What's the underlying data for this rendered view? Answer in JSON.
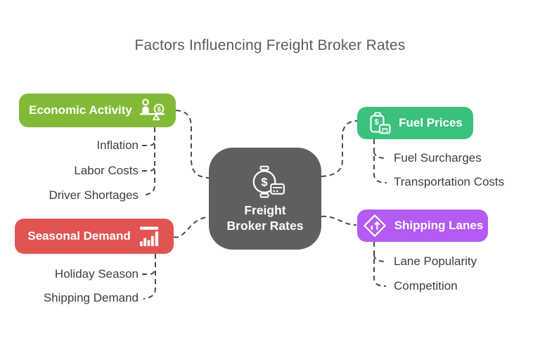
{
  "title": "Factors Influencing Freight Broker Rates",
  "center_node": {
    "line1": "Freight",
    "line2": "Broker Rates",
    "icon": "watch-dollar-payment-icon",
    "bg_color": "#5f5f5f"
  },
  "connector_color": "#4a4a4a",
  "text_color": "#3e3e3e",
  "glyphs": {
    "dollar": "$"
  },
  "branches": [
    {
      "label": "Economic Activity",
      "icon": "balance-scale-person-icon",
      "color": "#82ba37",
      "children": [
        "Inflation",
        "Labor Costs",
        "Driver Shortages"
      ]
    },
    {
      "label": "Seasonal Demand",
      "icon": "bar-chart-icon",
      "color": "#e15452",
      "children": [
        "Holiday Season",
        "Shipping Demand"
      ]
    },
    {
      "label": "Fuel Prices",
      "icon": "fuel-canister-truck-icon",
      "color": "#3cc07f",
      "children": [
        "Fuel Surcharges",
        "Transportation Costs"
      ]
    },
    {
      "label": "Shipping Lanes",
      "icon": "road-sign-merge-icon",
      "color": "#b35bf2",
      "children": [
        "Lane Popularity",
        "Competition"
      ]
    }
  ]
}
